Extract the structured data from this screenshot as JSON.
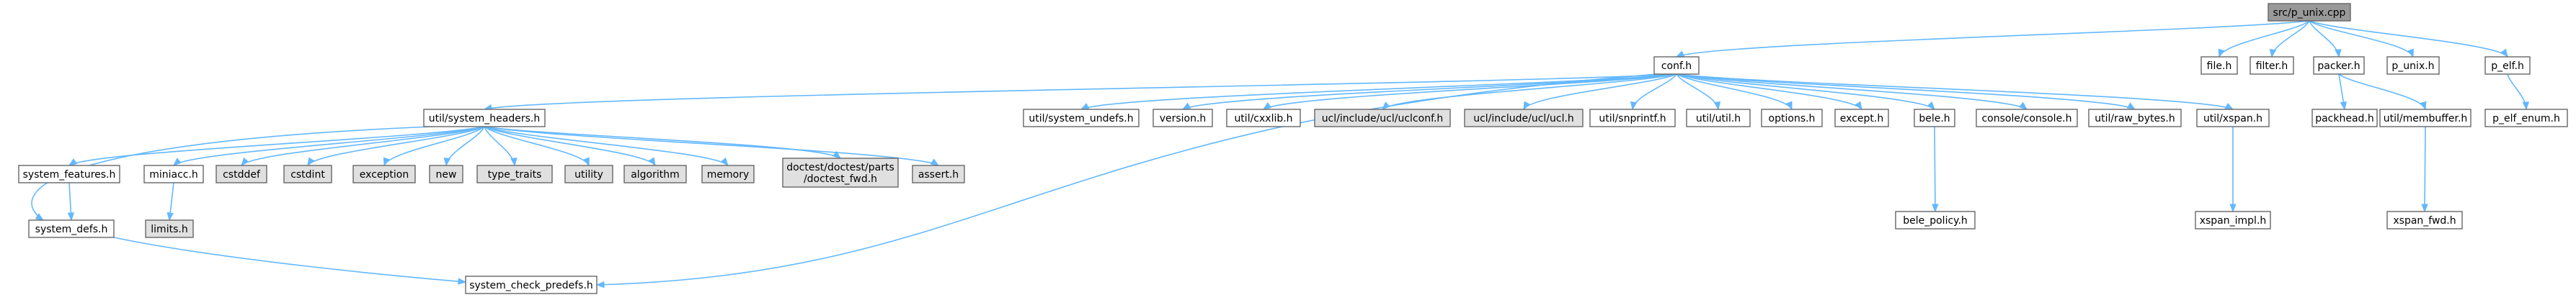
{
  "colors": {
    "root_fill": "#999999",
    "node_fill": "#ffffff",
    "missing_fill": "#e0e0e0",
    "border": "#666666",
    "edge": "#63b8ff"
  },
  "nodes": [
    {
      "id": "root",
      "label": "src/p_unix.cpp",
      "kind": "root"
    },
    {
      "id": "conf",
      "label": "conf.h",
      "kind": "file"
    },
    {
      "id": "file_h",
      "label": "file.h",
      "kind": "file"
    },
    {
      "id": "filter_h",
      "label": "filter.h",
      "kind": "file"
    },
    {
      "id": "packer_h",
      "label": "packer.h",
      "kind": "file"
    },
    {
      "id": "p_unix_h",
      "label": "p_unix.h",
      "kind": "file"
    },
    {
      "id": "p_elf_h",
      "label": "p_elf.h",
      "kind": "file"
    },
    {
      "id": "sys_headers",
      "label": "util/system_headers.h",
      "kind": "file"
    },
    {
      "id": "sys_undefs",
      "label": "util/system_undefs.h",
      "kind": "file"
    },
    {
      "id": "version_h",
      "label": "version.h",
      "kind": "file"
    },
    {
      "id": "cxxlib_h",
      "label": "util/cxxlib.h",
      "kind": "file"
    },
    {
      "id": "uclconf_h",
      "label": "ucl/include/ucl/uclconf.h",
      "kind": "missing"
    },
    {
      "id": "ucl_h",
      "label": "ucl/include/ucl/ucl.h",
      "kind": "missing"
    },
    {
      "id": "snprintf_h",
      "label": "util/snprintf.h",
      "kind": "file"
    },
    {
      "id": "util_h",
      "label": "util/util.h",
      "kind": "file"
    },
    {
      "id": "options_h",
      "label": "options.h",
      "kind": "file"
    },
    {
      "id": "except_h",
      "label": "except.h",
      "kind": "file"
    },
    {
      "id": "bele_h",
      "label": "bele.h",
      "kind": "file"
    },
    {
      "id": "console_h",
      "label": "console/console.h",
      "kind": "file"
    },
    {
      "id": "raw_bytes_h",
      "label": "util/raw_bytes.h",
      "kind": "file"
    },
    {
      "id": "xspan_h",
      "label": "util/xspan.h",
      "kind": "file"
    },
    {
      "id": "packhead_h",
      "label": "packhead.h",
      "kind": "file"
    },
    {
      "id": "membuffer_h",
      "label": "util/membuffer.h",
      "kind": "file"
    },
    {
      "id": "p_elf_enum_h",
      "label": "p_elf_enum.h",
      "kind": "file"
    },
    {
      "id": "sys_features",
      "label": "system_features.h",
      "kind": "file"
    },
    {
      "id": "miniacc_h",
      "label": "miniacc.h",
      "kind": "file"
    },
    {
      "id": "cstddef",
      "label": "cstddef",
      "kind": "missing"
    },
    {
      "id": "cstdint",
      "label": "cstdint",
      "kind": "missing"
    },
    {
      "id": "exception",
      "label": "exception",
      "kind": "missing"
    },
    {
      "id": "new",
      "label": "new",
      "kind": "missing"
    },
    {
      "id": "type_traits",
      "label": "type_traits",
      "kind": "missing"
    },
    {
      "id": "utility",
      "label": "utility",
      "kind": "missing"
    },
    {
      "id": "algorithm",
      "label": "algorithm",
      "kind": "missing"
    },
    {
      "id": "memory",
      "label": "memory",
      "kind": "missing"
    },
    {
      "id": "doctest_fwd",
      "label": [
        "doctest/doctest/parts",
        "/doctest_fwd.h"
      ],
      "kind": "missing"
    },
    {
      "id": "assert_h",
      "label": "assert.h",
      "kind": "missing"
    },
    {
      "id": "bele_policy",
      "label": "bele_policy.h",
      "kind": "file"
    },
    {
      "id": "xspan_impl",
      "label": "xspan_impl.h",
      "kind": "file"
    },
    {
      "id": "xspan_fwd",
      "label": "xspan_fwd.h",
      "kind": "file"
    },
    {
      "id": "sys_defs",
      "label": "system_defs.h",
      "kind": "file"
    },
    {
      "id": "limits_h",
      "label": "limits.h",
      "kind": "missing"
    },
    {
      "id": "sys_check",
      "label": "system_check_predefs.h",
      "kind": "file"
    }
  ],
  "edges": [
    [
      "root",
      "conf"
    ],
    [
      "root",
      "file_h"
    ],
    [
      "root",
      "filter_h"
    ],
    [
      "root",
      "packer_h"
    ],
    [
      "root",
      "p_unix_h"
    ],
    [
      "root",
      "p_elf_h"
    ],
    [
      "conf",
      "sys_headers"
    ],
    [
      "conf",
      "sys_check"
    ],
    [
      "conf",
      "sys_undefs"
    ],
    [
      "conf",
      "version_h"
    ],
    [
      "conf",
      "cxxlib_h"
    ],
    [
      "conf",
      "uclconf_h"
    ],
    [
      "conf",
      "ucl_h"
    ],
    [
      "conf",
      "snprintf_h"
    ],
    [
      "conf",
      "util_h"
    ],
    [
      "conf",
      "options_h"
    ],
    [
      "conf",
      "except_h"
    ],
    [
      "conf",
      "bele_h"
    ],
    [
      "conf",
      "console_h"
    ],
    [
      "conf",
      "raw_bytes_h"
    ],
    [
      "conf",
      "xspan_h"
    ],
    [
      "packer_h",
      "packhead_h"
    ],
    [
      "packer_h",
      "membuffer_h"
    ],
    [
      "p_elf_h",
      "p_elf_enum_h"
    ],
    [
      "sys_headers",
      "sys_features"
    ],
    [
      "sys_headers",
      "sys_defs"
    ],
    [
      "sys_headers",
      "miniacc_h"
    ],
    [
      "sys_headers",
      "cstddef"
    ],
    [
      "sys_headers",
      "cstdint"
    ],
    [
      "sys_headers",
      "exception"
    ],
    [
      "sys_headers",
      "new"
    ],
    [
      "sys_headers",
      "type_traits"
    ],
    [
      "sys_headers",
      "utility"
    ],
    [
      "sys_headers",
      "algorithm"
    ],
    [
      "sys_headers",
      "memory"
    ],
    [
      "sys_headers",
      "doctest_fwd"
    ],
    [
      "sys_headers",
      "assert_h"
    ],
    [
      "sys_features",
      "sys_defs"
    ],
    [
      "sys_defs",
      "sys_check"
    ],
    [
      "miniacc_h",
      "limits_h"
    ],
    [
      "bele_h",
      "bele_policy"
    ],
    [
      "xspan_h",
      "xspan_impl"
    ],
    [
      "membuffer_h",
      "xspan_fwd"
    ]
  ]
}
